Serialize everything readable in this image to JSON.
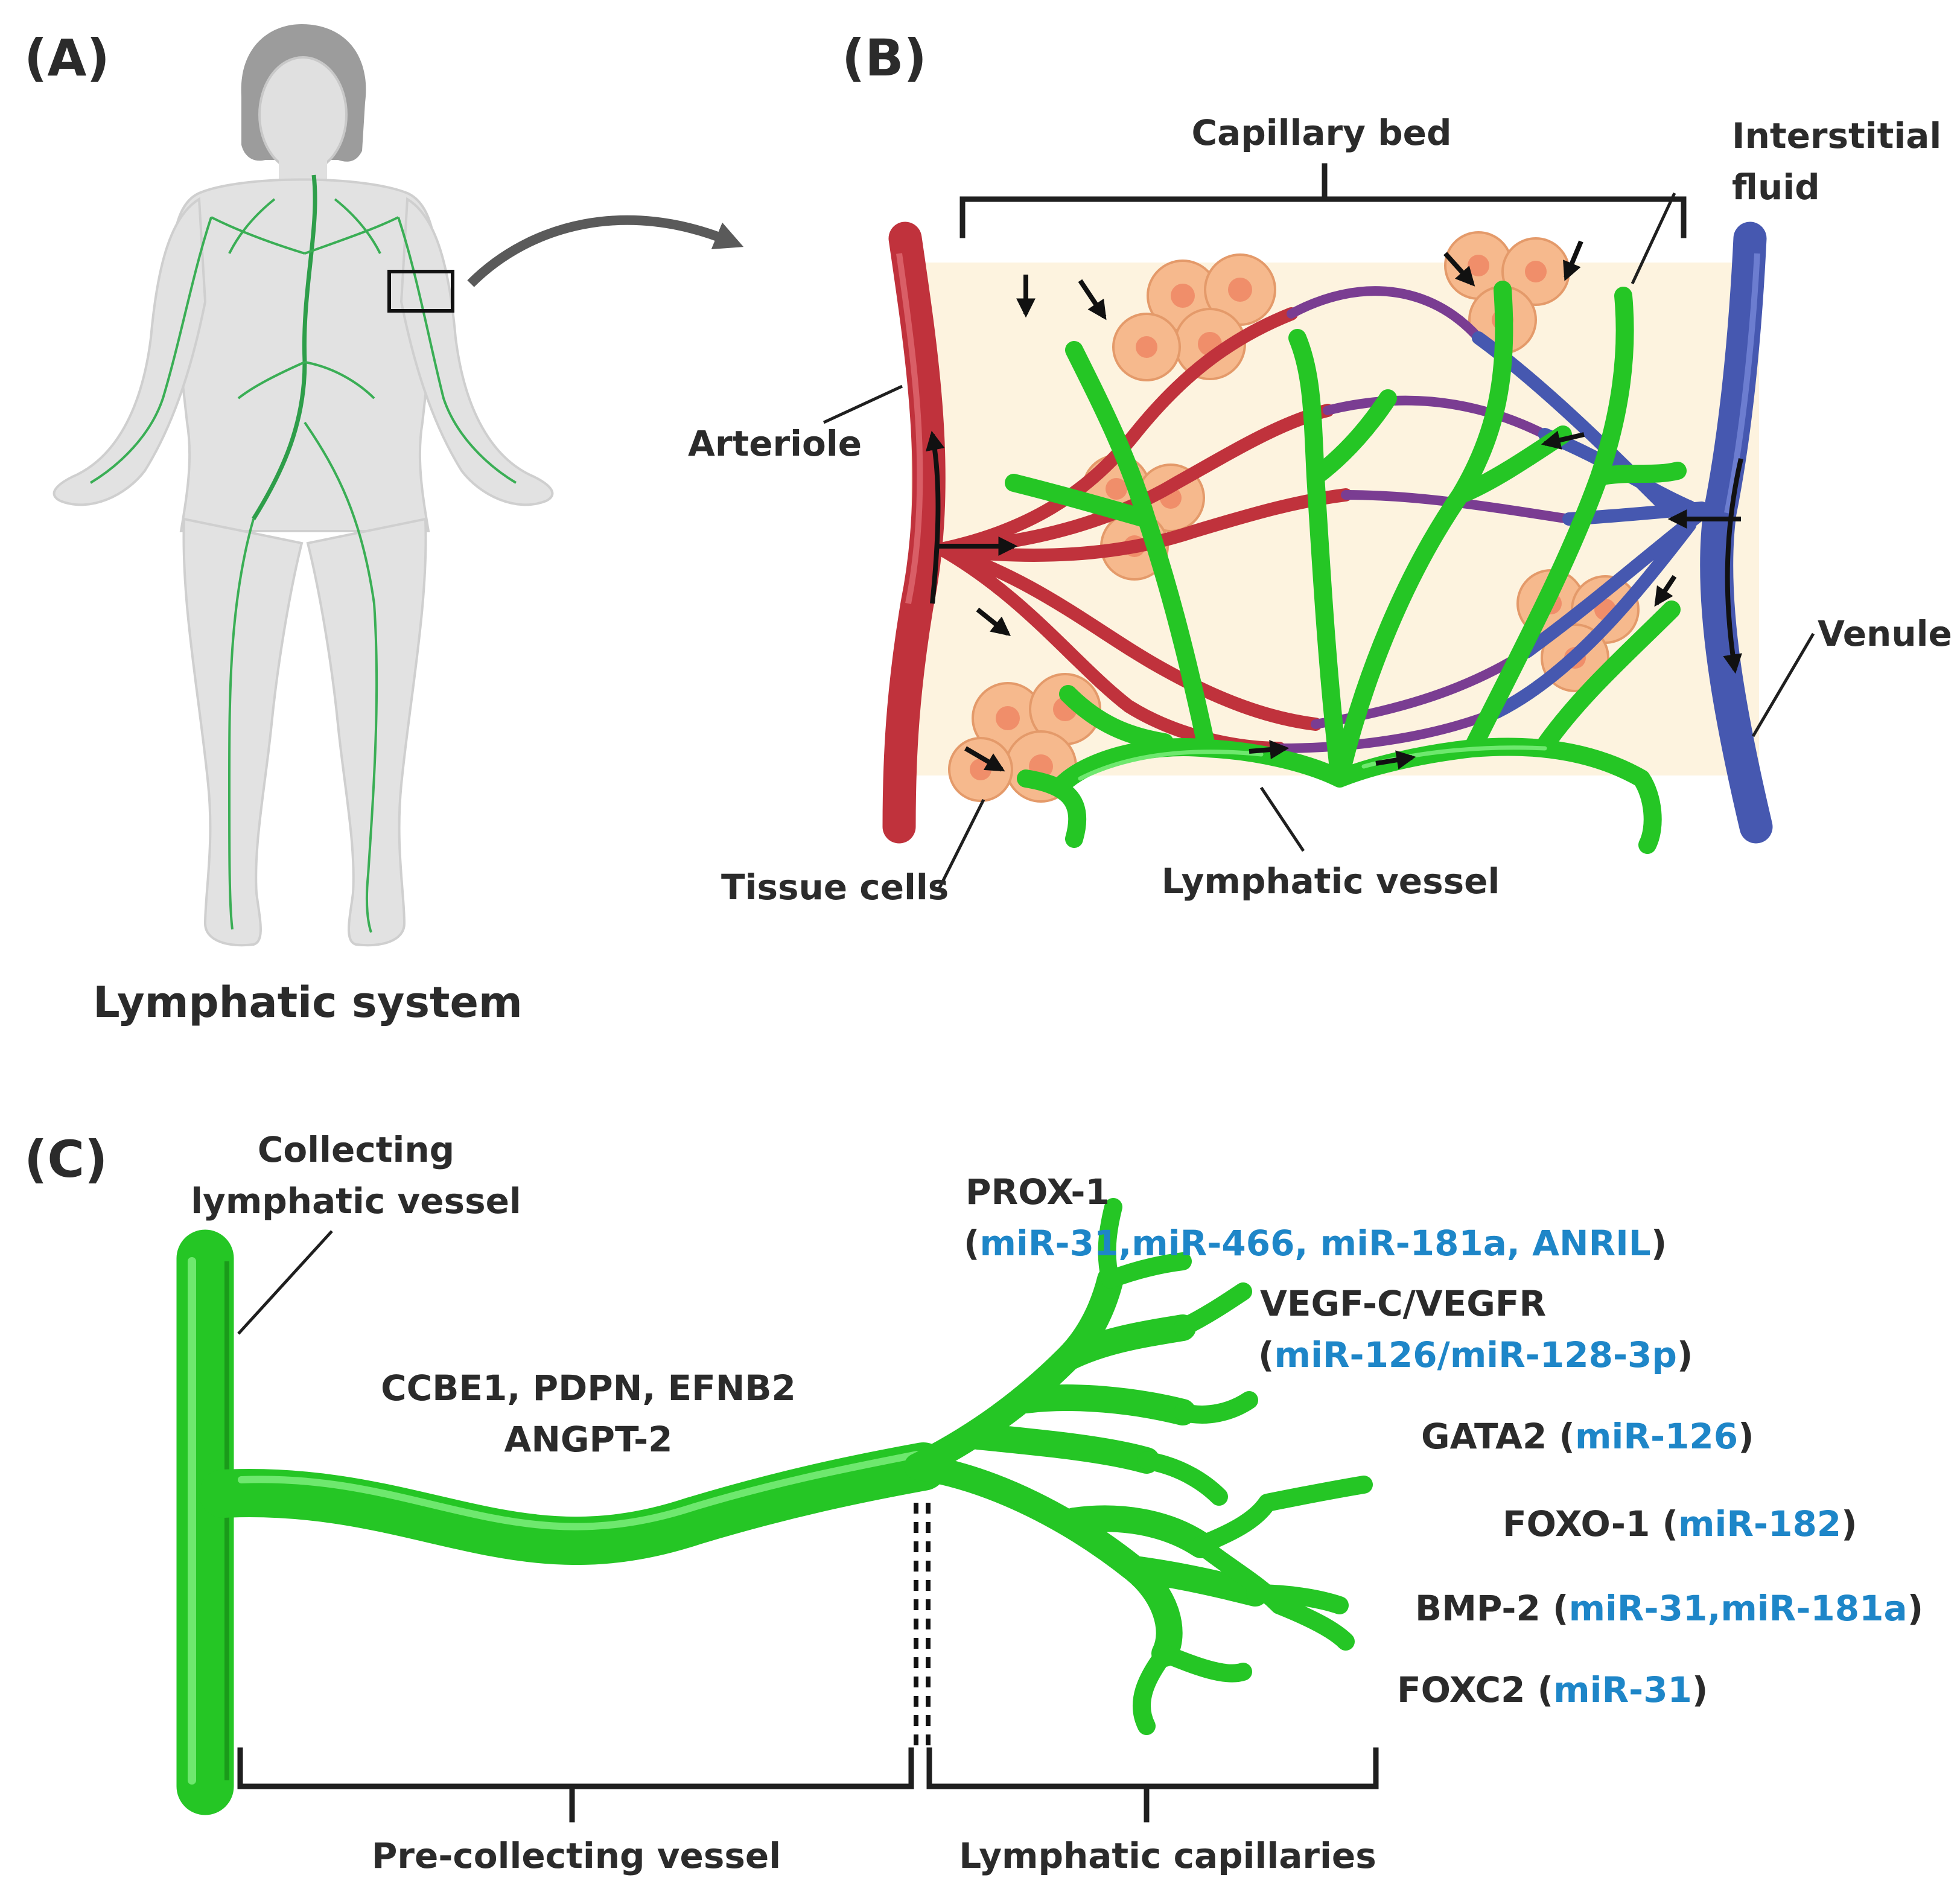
{
  "panels": {
    "a": {
      "letter": "(A)",
      "caption": "Lymphatic system"
    },
    "b": {
      "letter": "(B)",
      "labels": {
        "capillary_bed": "Capillary bed",
        "interstitial_line1": "Interstitial",
        "interstitial_line2": "fluid",
        "arteriole": "Arteriole",
        "venule": "Venule",
        "tissue_cells": "Tissue cells",
        "lymphatic_vessel": "Lymphatic vessel"
      }
    },
    "c": {
      "letter": "(C)",
      "collecting_line1": "Collecting",
      "collecting_line2": "lymphatic vessel",
      "markers_line1": "CCBE1, PDPN, EFNB2",
      "markers_line2": "ANGPT-2",
      "pre_collecting": "Pre-collecting vessel",
      "capillaries": "Lymphatic capillaries",
      "factors": [
        {
          "gene": "PROX-1",
          "open": "(",
          "mirna": "miR-31,miR-466, miR-181a, ANRIL",
          "close": ")"
        },
        {
          "gene": "VEGF-C/VEGFR",
          "open": "(",
          "mirna": "miR-126/miR-128-3p",
          "close": ")"
        },
        {
          "gene": "GATA2 ",
          "open": "(",
          "mirna": "miR-126",
          "close": ")"
        },
        {
          "gene": "FOXO-1 ",
          "open": "(",
          "mirna": "miR-182",
          "close": ")"
        },
        {
          "gene": "BMP-2 ",
          "open": "(",
          "mirna": "miR-31,miR-181a",
          "close": ")"
        },
        {
          "gene": "FOXC2 ",
          "open": "(",
          "mirna": "miR-31",
          "close": ")"
        }
      ]
    }
  },
  "colors": {
    "lymphatic": "#25c625",
    "arteriole": "#c0323c",
    "venule": "#4658b0",
    "mirna_text": "#1e86c8",
    "tissue_cell": "#f6b98d",
    "interstitial_fluid": "#fdf3df"
  }
}
